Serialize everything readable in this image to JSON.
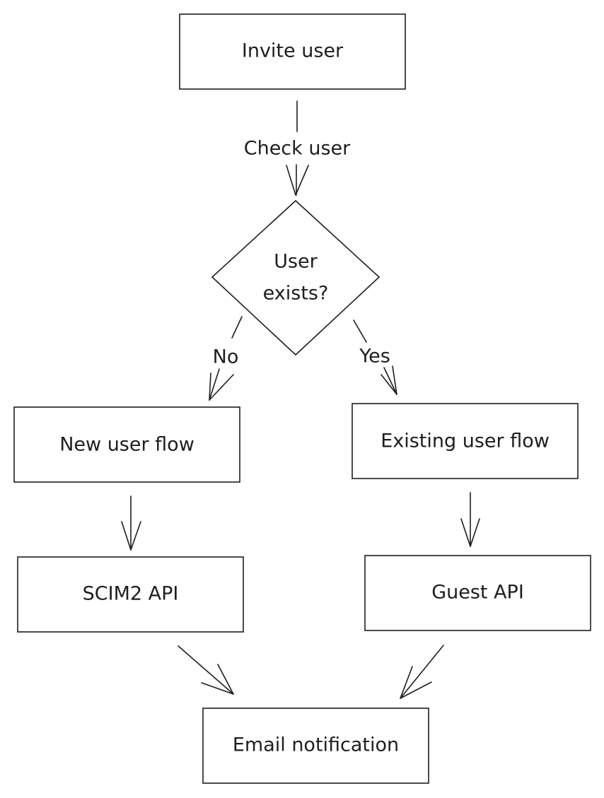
{
  "nodes": {
    "invite_user": "Invite user",
    "user_exists": [
      "User",
      "exists?"
    ],
    "new_user_flow": "New user flow",
    "existing_user_flow": "Existing user flow",
    "scim2_api": "SCIM2 API",
    "guest_api": "Guest API",
    "email_notification": "Email notification"
  },
  "edges": {
    "check_user": "Check user",
    "no": "No",
    "yes": "Yes"
  }
}
